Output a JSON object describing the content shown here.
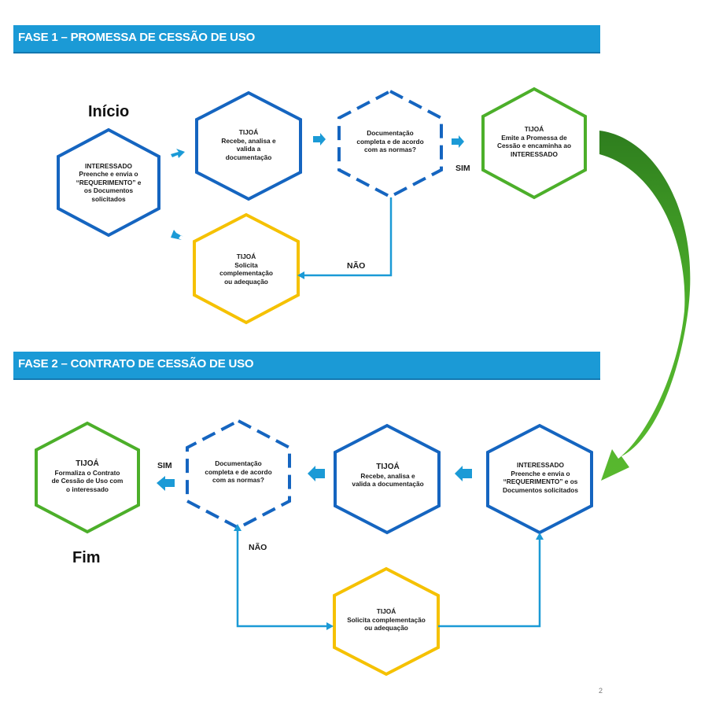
{
  "phase1": {
    "title": "FASE 1 – PROMESSA DE CESSÃO DE USO"
  },
  "phase2": {
    "title": "FASE 2 – CONTRATO DE CESSÃO DE USO"
  },
  "labels": {
    "inicio": "Início",
    "fim": "Fim",
    "sim1": "SIM",
    "nao1": "NÃO",
    "sim2": "SIM",
    "nao2": "NÃO",
    "page": "2"
  },
  "nodes": {
    "p1_interessado": {
      "title": "INTERESSADO",
      "lines": [
        "Preenche e envia o",
        "“REQUERIMENTO” e",
        "os Documentos",
        "solicitados"
      ]
    },
    "p1_tijoa_recebe": {
      "title": "TIJOÁ",
      "lines": [
        "Recebe, analisa e",
        "valida a",
        "documentação"
      ]
    },
    "p1_decisao": {
      "title": "",
      "lines": [
        "Documentação",
        "completa e de acordo",
        "com as normas?"
      ]
    },
    "p1_tijoa_emite": {
      "title": "TIJOÁ",
      "lines": [
        "Emite a Promessa de",
        "Cessão e encaminha ao",
        "INTERESSADO"
      ]
    },
    "p1_tijoa_solicita": {
      "title": "TIJOÁ",
      "lines": [
        "Solicita",
        "complementação",
        "ou adequação"
      ]
    },
    "p2_interessado": {
      "title": "INTERESSADO",
      "lines": [
        "Preenche e envia o",
        "“REQUERIMENTO” e os",
        "Documentos solicitados"
      ]
    },
    "p2_tijoa_recebe": {
      "title": "TIJOÁ",
      "lines": [
        "Recebe, analisa e",
        "valida a documentação"
      ]
    },
    "p2_decisao": {
      "title": "",
      "lines": [
        "Documentação",
        "completa e de acordo",
        "com as normas?"
      ]
    },
    "p2_tijoa_formaliza": {
      "title": "TIJOÁ",
      "lines": [
        "Formaliza o Contrato",
        "de Cessão de Uso com",
        "o interessado"
      ]
    },
    "p2_tijoa_solicita": {
      "title": "TIJOÁ",
      "lines": [
        "Solicita complementação",
        "ou adequação"
      ]
    }
  },
  "colors": {
    "blue": "#1565c0",
    "yellow": "#f5c100",
    "green": "#4caf2a",
    "arrow": "#1b9ad6",
    "banner": "#1b9ad6"
  }
}
